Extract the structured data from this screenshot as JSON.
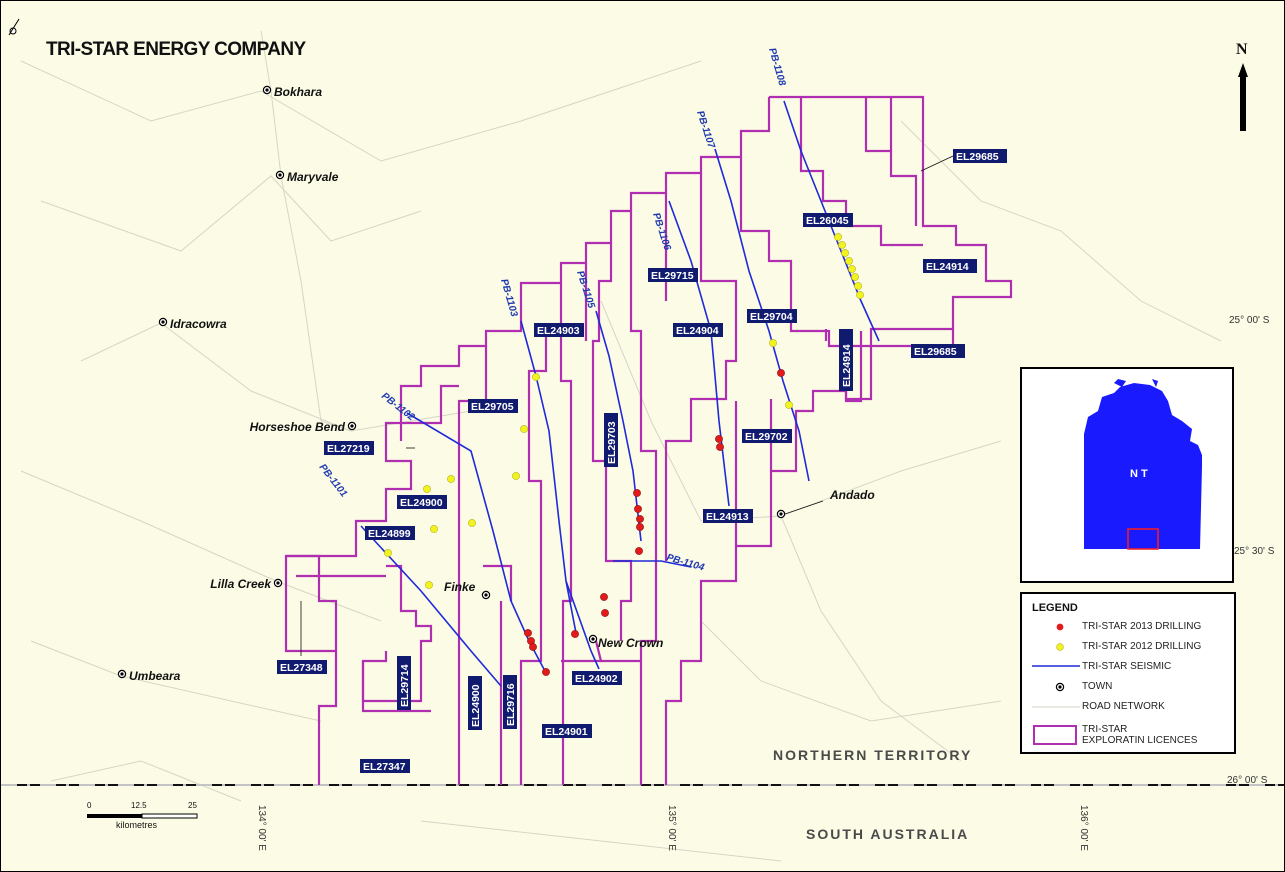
{
  "title": "TRI-STAR ENERGY COMPANY",
  "north_label": "N",
  "regions": {
    "northern_territory": "NORTHERN TERRITORY",
    "south_australia": "SOUTH AUSTRALIA"
  },
  "inset": {
    "label": "NT"
  },
  "graticule": {
    "lat_25_00": "25° 00' S",
    "lat_25_30": "25° 30' S",
    "lat_26_00": "26° 00' S",
    "lon_134_00": "134° 00' E",
    "lon_135_00": "135° 00' E",
    "lon_136_00": "136° 00' E"
  },
  "scale": {
    "t0": "0",
    "t1": "12.5",
    "t2": "25",
    "unit": "kilometres"
  },
  "towns": {
    "bokhara": "Bokhara",
    "maryvale": "Maryvale",
    "idracowra": "Idracowra",
    "horseshoe_bend": "Horseshoe Bend",
    "lilla_creek": "Lilla Creek",
    "umbeara": "Umbeara",
    "finke": "Finke",
    "new_crown": "New Crown",
    "andado": "Andado"
  },
  "licences": {
    "el29685_a": "EL29685",
    "el26045": "EL26045",
    "el24914_a": "EL24914",
    "el29715": "EL29715",
    "el24903": "EL24903",
    "el24904": "EL24904",
    "el29704": "EL29704",
    "el24914_b": "EL24914",
    "el29685_b": "EL29685",
    "el29705": "EL29705",
    "el29703": "EL29703",
    "el29702": "EL29702",
    "el27219": "EL27219",
    "el24900_a": "EL24900",
    "el24899": "EL24899",
    "el24913": "EL24913",
    "el27348": "EL27348",
    "el29714": "EL29714",
    "el24900_b": "EL24900",
    "el29716": "EL29716",
    "el24902": "EL24902",
    "el24901": "EL24901",
    "el27347": "EL27347"
  },
  "seismic_lines": {
    "pb1101": "PB-1101",
    "pb1102": "PB-1102",
    "pb1103": "PB-1103",
    "pb1104": "PB-1104",
    "pb1105": "PB-1105",
    "pb1106": "PB-1106",
    "pb1107": "PB-1107",
    "pb1108": "PB-1108"
  },
  "legend": {
    "title": "LEGEND",
    "items": [
      "TRI-STAR 2013 DRILLING",
      "TRI-STAR 2012 DRILLING",
      "TRI-STAR SEISMIC",
      "TOWN",
      "ROAD NETWORK",
      "TRI-STAR\nEXPLORATIN LICENCES"
    ]
  },
  "colors": {
    "background": "#fbfbe6",
    "licence": "#b02fb0",
    "seismic": "#1f2ad8",
    "drill_2013": "#e31a1c",
    "drill_2012": "#f2f21e",
    "label_box": "#101a6e",
    "inset_land": "#1a1aff",
    "road": "#cfcfc0"
  }
}
